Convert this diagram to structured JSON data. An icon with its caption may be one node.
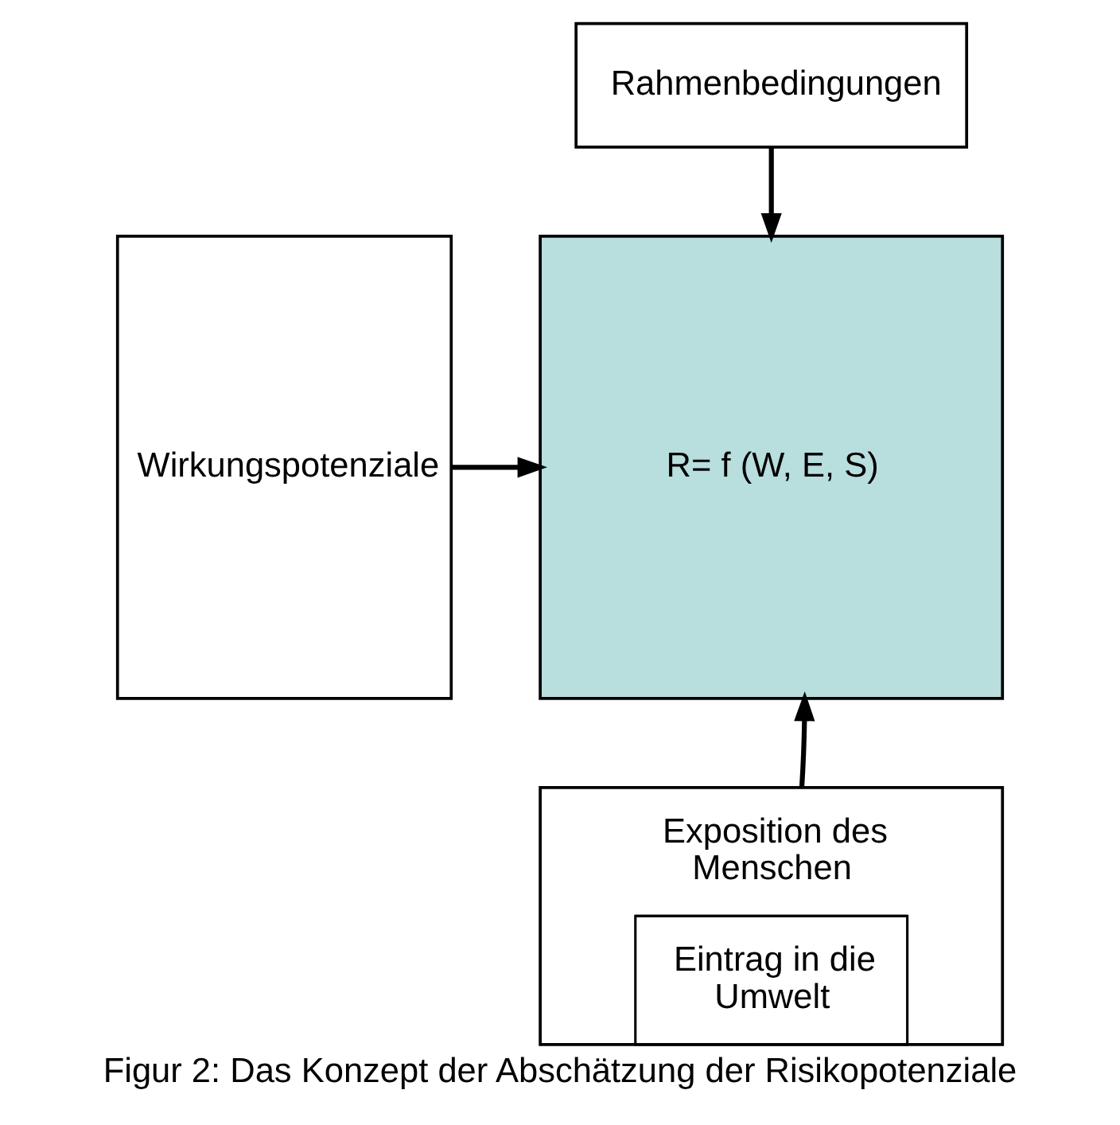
{
  "diagram": {
    "caption": "Figur 2: Das Konzept der Abschätzung der Risikopotenziale",
    "nodes": [
      {
        "text": [
          "Rahmenbedingungen"
        ]
      },
      {
        "text": [
          "R= f (W, E, S)"
        ]
      },
      {
        "text": [
          "Wirkungspotenziale"
        ]
      },
      {
        "text": [
          "Exposition des Menschen",
          "Eintrag in die Umwelt"
        ]
      }
    ],
    "edges": [
      {
        "from": 0,
        "to": 1,
        "arrow": "to"
      },
      {
        "from": 2,
        "to": 1,
        "arrow": "to"
      },
      {
        "from": 3,
        "to": 1,
        "arrow": "to"
      }
    ]
  }
}
